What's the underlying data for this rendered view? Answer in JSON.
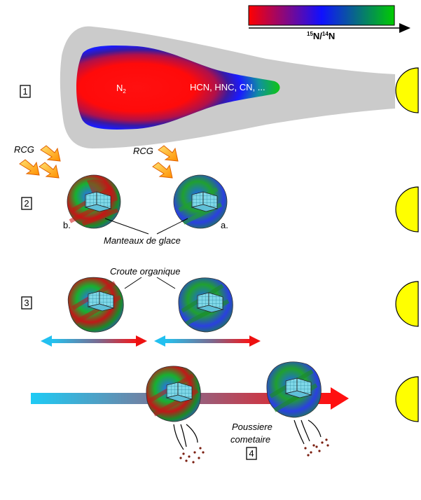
{
  "legend": {
    "ratio_label_super1": "15",
    "ratio_label_n1": "N/",
    "ratio_label_super2": "14",
    "ratio_label_n2": "N",
    "gradient_colors": [
      "#ff0000",
      "#0000ff",
      "#00cc00"
    ]
  },
  "stage1": {
    "number": "1",
    "inner_left_label": "N",
    "inner_left_sub": "2",
    "inner_right_label": "HCN, HNC, CN, ..."
  },
  "stage2": {
    "number": "2",
    "rcg_label_1": "RCG",
    "rcg_label_2": "RCG",
    "label_b": "b.",
    "label_a": "a.",
    "manteaux_label": "Manteaux de glace"
  },
  "stage3": {
    "number": "3",
    "croute_label": "Croute organique"
  },
  "stage4": {
    "number": "4",
    "poussiere_line1": "Poussiere",
    "poussiere_line2": "cometaire"
  },
  "colors": {
    "disk_grey": "#cccccc",
    "sun_yellow": "#ffff00",
    "arrow_cyan": "#22c8f0",
    "arrow_red": "#ee1111",
    "rcg_orange": "#ffa500",
    "dust_brown": "#7a1e10"
  }
}
